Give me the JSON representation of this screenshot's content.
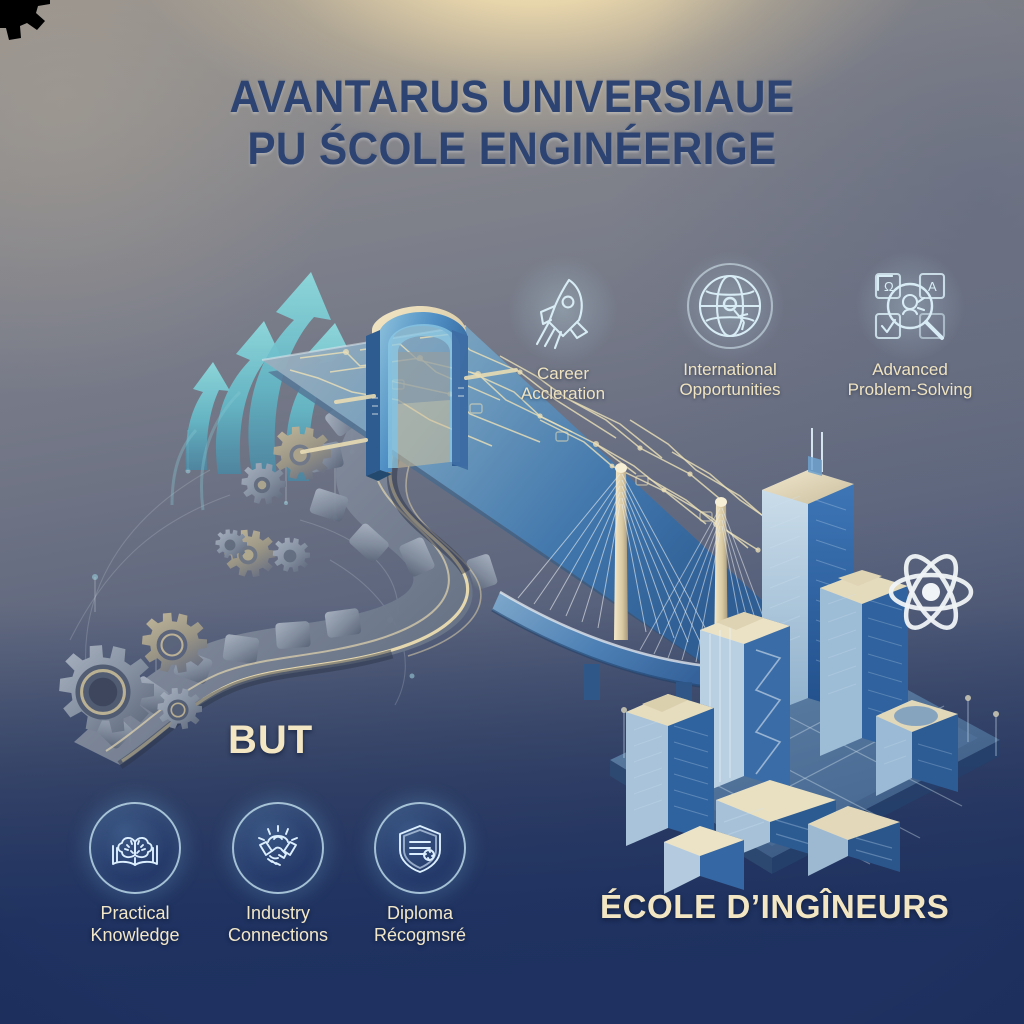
{
  "poster": {
    "title_line_1": "AVANTARUS UNIVERSIAUE",
    "title_line_2": "PU ŚCOLE ENGINÉERIGE",
    "left_caption": "BUT",
    "right_caption": "ÉCOLE D’INGÎNEURS",
    "colors": {
      "title_navy": "#2d4472",
      "cream": "#f3e6c2",
      "icon_outline": "#cfe6f2",
      "arrow_teal": "#7fd4d8",
      "arrow_teal_dark": "#4a9db5",
      "deep_navy": "#1e3160",
      "warm_gray": "#8c8a88",
      "city_blue": "#3a6ba5",
      "gear_steel": "#8e99ab",
      "road_gold": "#e9dcb4"
    }
  },
  "top_features": [
    {
      "icon": "rocket-icon",
      "label_line_1": "Career",
      "label_line_2": "Accleration"
    },
    {
      "icon": "globe-icon",
      "label_line_1": "International",
      "label_line_2": "Opportunities"
    },
    {
      "icon": "magnifier-solve-icon",
      "label_line_1": "Advanced",
      "label_line_2": "Problem-Solving"
    }
  ],
  "bottom_features": [
    {
      "icon": "brain-book-icon",
      "label_line_1": "Practical",
      "label_line_2": "Knowledge"
    },
    {
      "icon": "handshake-gear-icon",
      "label_line_1": "Industry",
      "label_line_2": "Connections"
    },
    {
      "icon": "shield-diploma-icon",
      "label_line_1": "Diploma",
      "label_line_2": "Récogmsré"
    }
  ],
  "illustration": {
    "winding_road": "gear-edged S-curve road with golden lane lines",
    "growth_arrows": "four curving upward teal arrows",
    "gateway_arch": "isometric blue and cream archway portal",
    "circuit_ramp": "descending ramp with gold circuit-board traces",
    "cable_bridge": "cable-stayed bridge with two cream pylons",
    "city": "isometric blue skyscraper skyline on a platform",
    "atom": "atom-icon"
  }
}
